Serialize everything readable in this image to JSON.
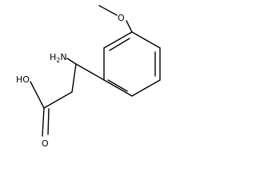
{
  "molecule": {
    "atom_labels": {
      "amino": {
        "main": "H",
        "sub": "2",
        "tail": "N"
      },
      "hydroxyl": "HO",
      "carbonyl_oxygen": "O",
      "methoxy_oxygen": "O"
    }
  },
  "colors": {
    "bond": "#000000",
    "background": "#ffffff"
  }
}
